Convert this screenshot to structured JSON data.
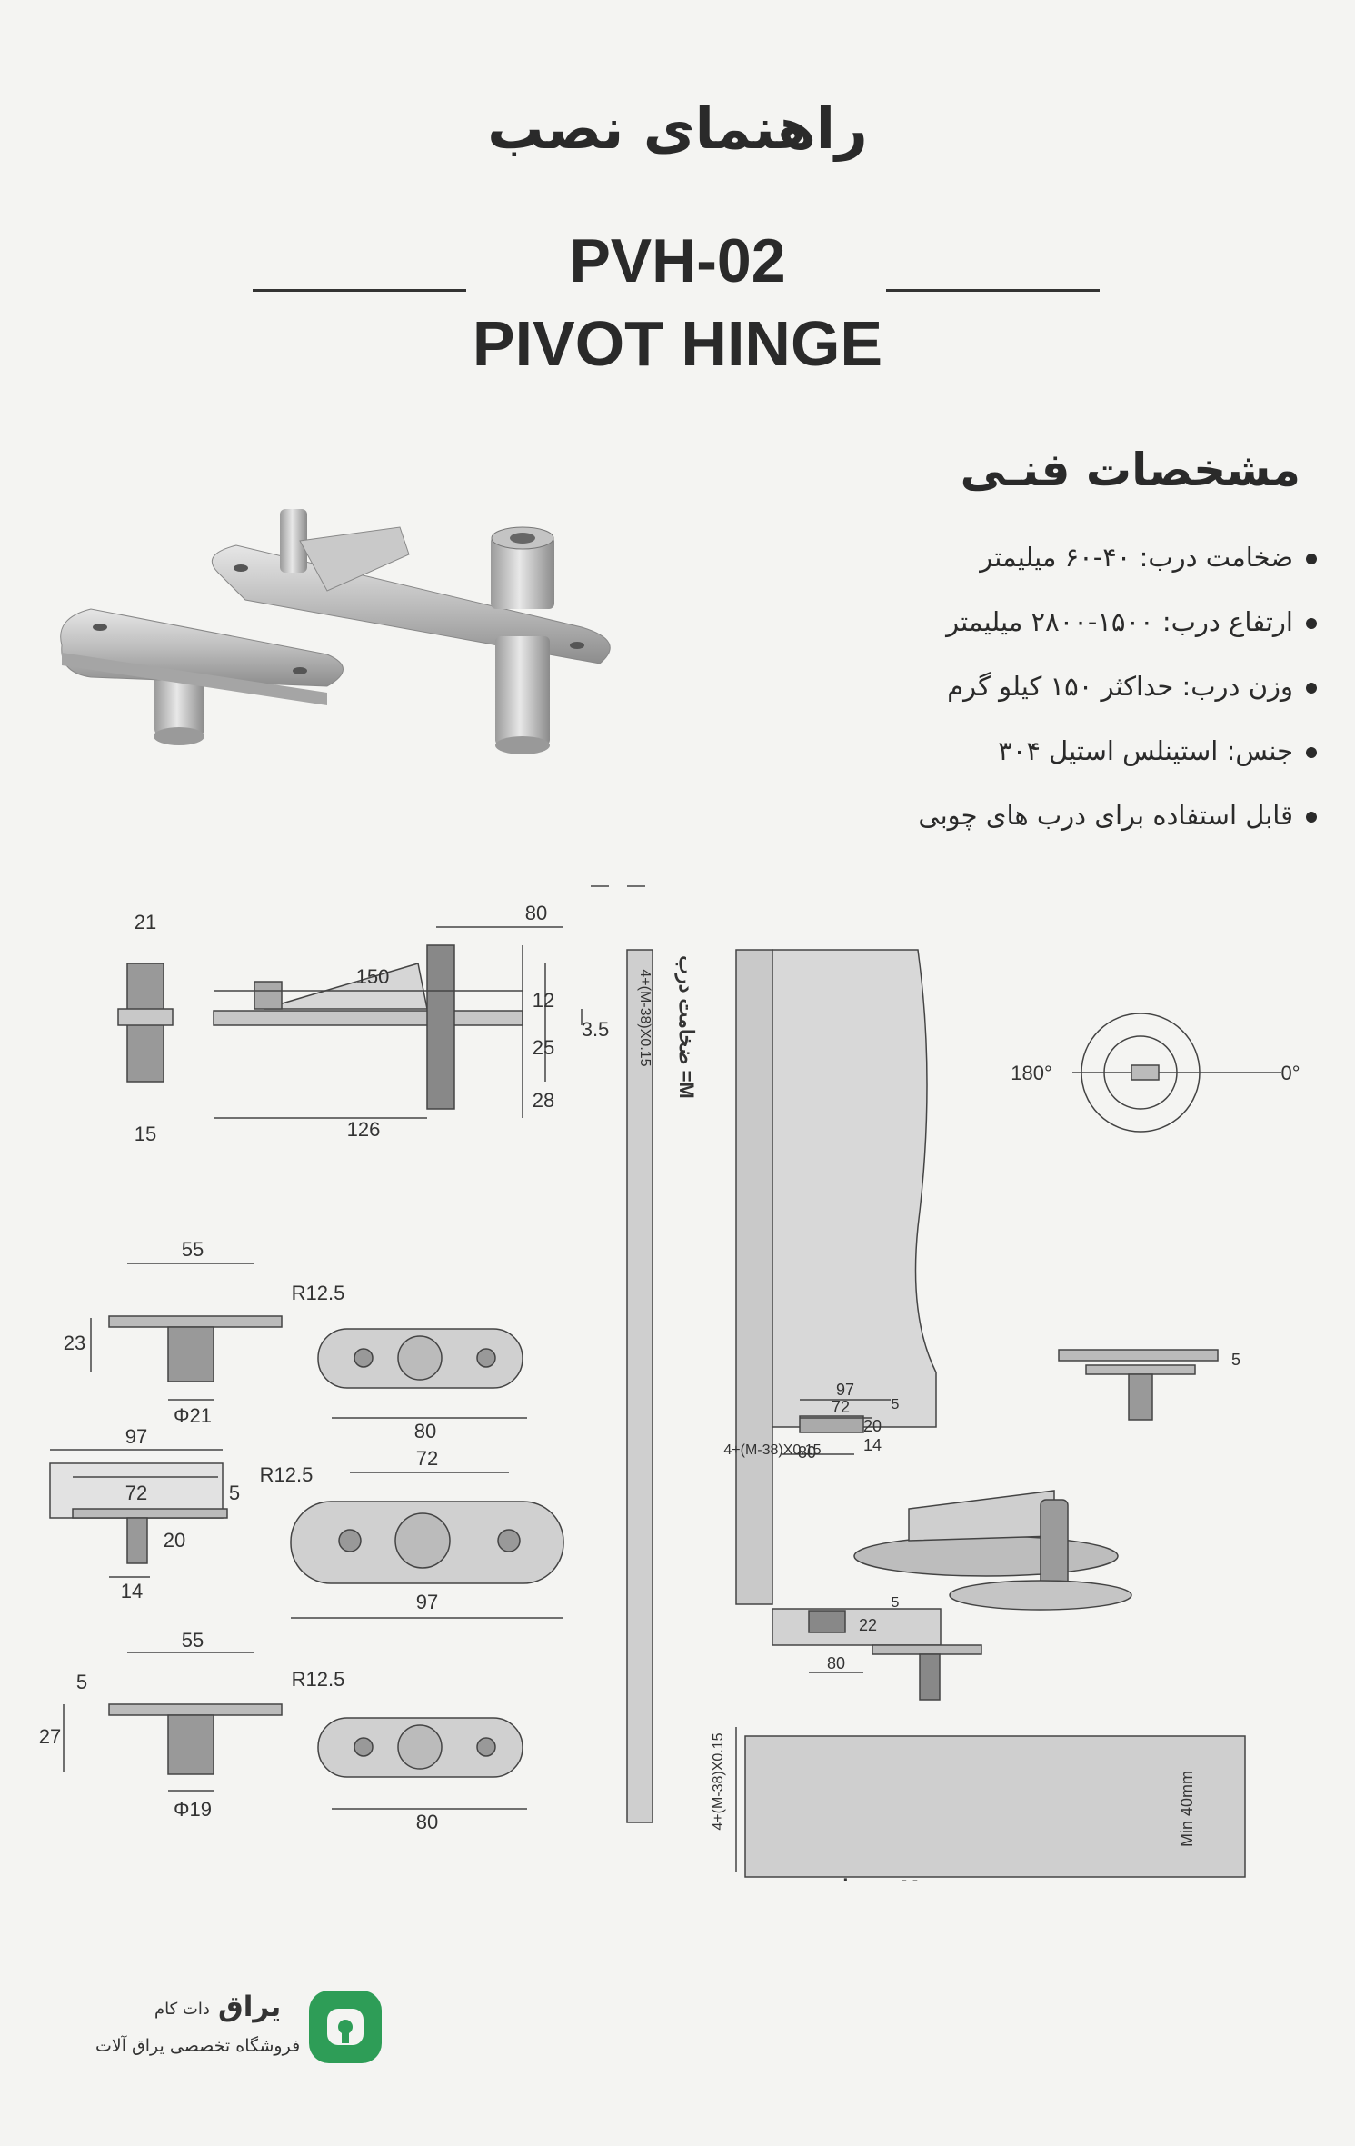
{
  "header": {
    "title_fa": "راهنمای نصب",
    "model": "PVH-02",
    "product": "PIVOT HINGE"
  },
  "specs": {
    "title": "مشخصات فنـی",
    "items": [
      "ضخامت درب: ۴۰-۶۰ میلیمتر",
      "ارتفاع درب: ۱۵۰۰-۲۸۰۰ میلیمتر",
      "وزن درب: حداکثر ۱۵۰ کیلو گرم",
      "جنس: استینلس استیل ۳۰۴",
      "قابل استفاده برای درب های چوبی"
    ]
  },
  "drawing": {
    "dims": {
      "d21": "21",
      "d15": "15",
      "d150": "150",
      "d80": "80",
      "d12": "12",
      "d25": "25",
      "d28": "28",
      "d3_5": "3.5",
      "d126": "126",
      "d55": "55",
      "d23": "23",
      "phi21": "Φ21",
      "r12_5": "R12.5",
      "d97": "97",
      "d72": "72",
      "d5": "5",
      "d20": "20",
      "d14": "14",
      "d27": "27",
      "phi19": "Φ19",
      "d22": "22",
      "a180": "180°",
      "a0": "0°",
      "min40": "Min 40mm"
    },
    "formula": "4+(M-38)X0.15",
    "thickness_label": "ضخامت درب =M"
  },
  "logo": {
    "name": "یراق",
    "suffix": "دات کام",
    "tagline": "فروشگاه تخصصی یراق آلات",
    "brand_color": "#2e9d57"
  }
}
